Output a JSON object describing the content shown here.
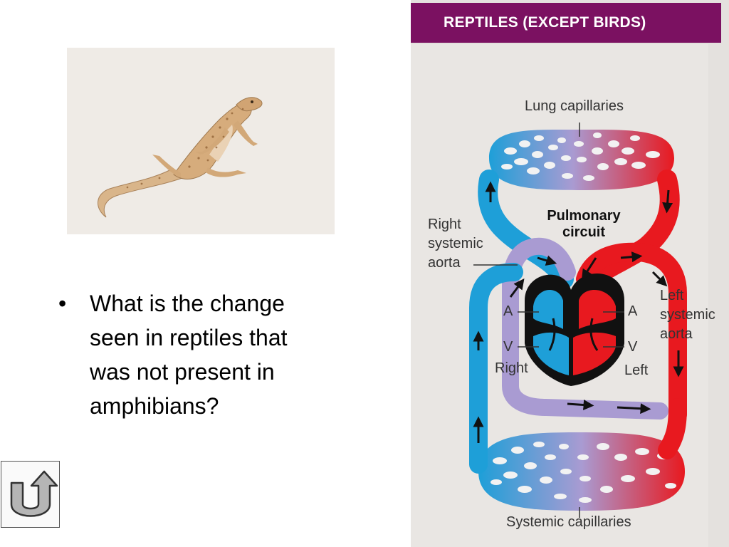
{
  "slide": {
    "bullet_marker": "•",
    "bullet_text": "What is the change seen in reptiles that was not present in amphibians?"
  },
  "figure": {
    "title": "REPTILES (EXCEPT BIRDS)",
    "labels": {
      "lung_capillaries": "Lung capillaries",
      "pulmonary_circuit_line1": "Pulmonary",
      "pulmonary_circuit_line2": "circuit",
      "right_systemic_aorta_line1": "Right",
      "right_systemic_aorta_line2": "systemic",
      "right_systemic_aorta_line3": "aorta",
      "left_systemic_aorta_line1": "Left",
      "left_systemic_aorta_line2": "systemic",
      "left_systemic_aorta_line3": "aorta",
      "atrium_left_side": "A",
      "atrium_right_side": "A",
      "ventricle_left_side": "V",
      "ventricle_right_side": "V",
      "right": "Right",
      "left": "Left",
      "systemic_capillaries": "Systemic capillaries"
    },
    "colors": {
      "header": "#7b1161",
      "oxygen_poor": "#1e9fd8",
      "oxygen_rich": "#e8191f",
      "mixed": "#a99bd2"
    }
  },
  "icons": {
    "back_button": "u-turn-arrow-icon"
  }
}
